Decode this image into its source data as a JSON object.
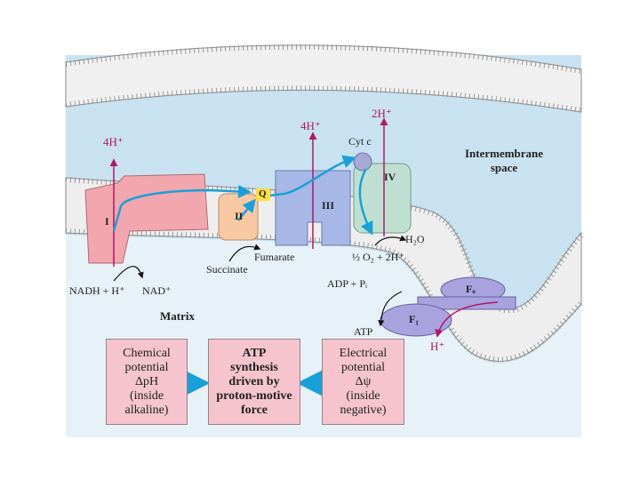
{
  "labels": {
    "h4_left": "4H⁺",
    "h4_mid": "4H⁺",
    "h2_top": "2H⁺",
    "cyt_c": "Cyt c",
    "intermembrane": "Intermembrane space",
    "complex_i": "I",
    "complex_ii": "II",
    "complex_iii": "III",
    "complex_iv": "IV",
    "q": "Q",
    "fumarate": "Fumarate",
    "succinate": "Succinate",
    "h2o": "H₂O",
    "o2_reaction": "½ O₂ + 2H⁺",
    "nadh": "NADH + H⁺",
    "nad": "NAD⁺",
    "matrix": "Matrix",
    "adp_pi": "ADP + Pᵢ",
    "atp": "ATP",
    "fo": "Fₒ",
    "f1": "F₁",
    "h_out": "H⁺"
  },
  "boxes": [
    {
      "lines": [
        "Chemical",
        "potential",
        "ΔpH",
        "(inside",
        "alkaline)"
      ],
      "bold": false
    },
    {
      "lines": [
        "ATP",
        "synthesis",
        "driven by",
        "proton-motive",
        "force"
      ],
      "bold": true
    },
    {
      "lines": [
        "Electrical",
        "potential",
        "Δψ",
        "(inside",
        "negative)"
      ],
      "bold": false
    }
  ],
  "colors": {
    "membrane_bg": "#c9e2f1",
    "complex_i": "#f2a6ad",
    "complex_ii": "#f9c9a4",
    "complex_iii": "#a7b7e6",
    "complex_iv": "#bfe0d0",
    "atp_synthase": "#a8a2de",
    "box_fill": "#f5c4cd",
    "proton": "#b0176a",
    "electron_path": "#1aa0d8",
    "q_yellow": "#ffe13a"
  }
}
